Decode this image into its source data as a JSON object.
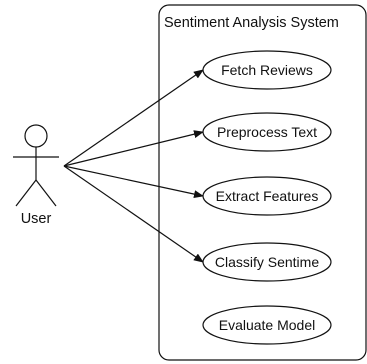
{
  "diagram": {
    "type": "use-case",
    "system": {
      "title": "Sentiment Analysis System"
    },
    "actor": {
      "name": "User"
    },
    "use_cases": [
      {
        "label": "Fetch Reviews",
        "connected_to_actor": true
      },
      {
        "label": "Preprocess Text",
        "connected_to_actor": true
      },
      {
        "label": "Extract Features",
        "connected_to_actor": true
      },
      {
        "label": "Classify Sentime",
        "connected_to_actor": true
      },
      {
        "label": "Evaluate Model",
        "connected_to_actor": false
      }
    ]
  }
}
